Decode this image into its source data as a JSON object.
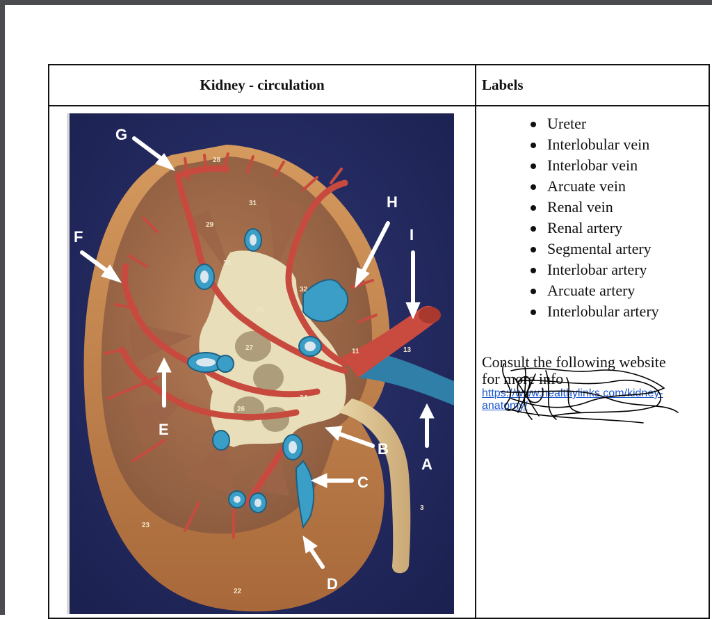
{
  "table": {
    "header_left": "Kidney - circulation",
    "header_right": "Labels"
  },
  "labels": [
    "Ureter",
    "Interlobular vein",
    "Interlobar vein",
    "Arcuate vein",
    "Renal vein",
    "Renal artery",
    "Segmental artery",
    "Interlobar artery",
    "Arcuate artery",
    "Interlobular artery"
  ],
  "consult": {
    "text_line1": "Consult the following website",
    "text_line2": "for more info",
    "link_line1": "https://www.healthylinks.com/kidney-",
    "link_line2": "anatomy/"
  },
  "figure": {
    "letters": {
      "A": "A",
      "B": "B",
      "C": "C",
      "D": "D",
      "E": "E",
      "F": "F",
      "G": "G",
      "H": "H",
      "I": "I"
    },
    "numbers": [
      "28",
      "29",
      "30",
      "31",
      "32",
      "25",
      "27",
      "26",
      "24",
      "13",
      "11",
      "22",
      "23",
      "3"
    ]
  },
  "colors": {
    "background": "#232a5c",
    "artery": "#c84a3f",
    "vein": "#3a9ec7",
    "pelvis": "#e6dcb8",
    "cortex": "#a0694a",
    "capsule": "#c58b52"
  }
}
